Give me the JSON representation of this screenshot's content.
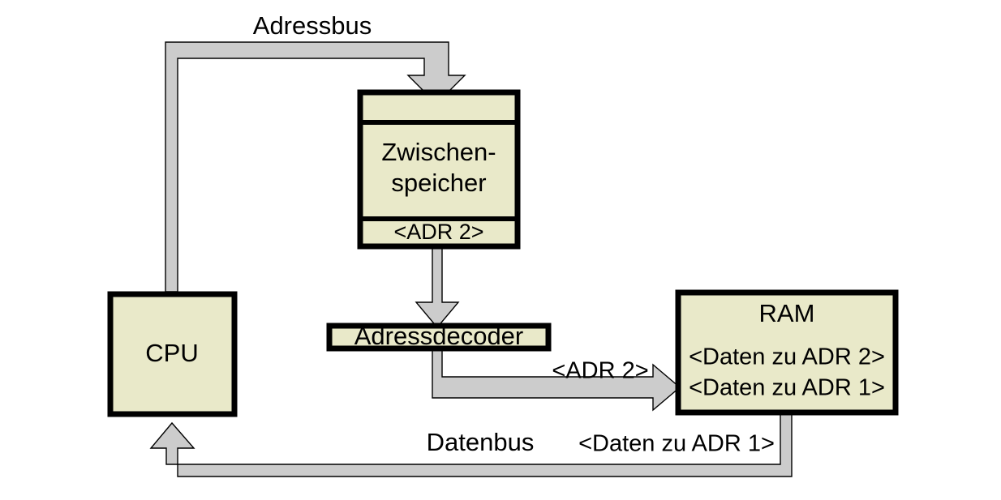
{
  "diagram": {
    "title": "Adressbus / Datenbus Speicherzugriff",
    "colors": {
      "box_fill": "#e9e9c9",
      "box_border": "#000000",
      "bus_fill": "#cccccc",
      "bus_border": "#000000",
      "background": "#ffffff",
      "text": "#000000"
    },
    "labels": {
      "address_bus": "Adressbus",
      "data_bus": "Datenbus",
      "data_bus_payload": "<Daten zu ADR 1>",
      "adr2_arrow": "<ADR 2>"
    },
    "nodes": {
      "cpu": {
        "label": "CPU"
      },
      "latch": {
        "header": "",
        "label_line1": "Zwischen-",
        "label_line2": "speicher",
        "footer": "<ADR 2>"
      },
      "address_decoder": {
        "label": "Adressdecoder"
      },
      "ram": {
        "title": "RAM",
        "row1": "<Daten zu ADR 2>",
        "row2": "<Daten zu ADR 1>"
      }
    },
    "connections": [
      {
        "name": "cpu-to-latch-addressbus",
        "from": "cpu",
        "to": "latch",
        "label": "Adressbus"
      },
      {
        "name": "latch-to-address-decoder",
        "from": "latch",
        "to": "address-decoder",
        "label": ""
      },
      {
        "name": "address-decoder-to-ram",
        "from": "address-decoder",
        "to": "ram",
        "label": "<ADR 2>"
      },
      {
        "name": "ram-to-cpu-datenbus",
        "from": "ram",
        "to": "cpu",
        "label": "Datenbus"
      }
    ]
  }
}
